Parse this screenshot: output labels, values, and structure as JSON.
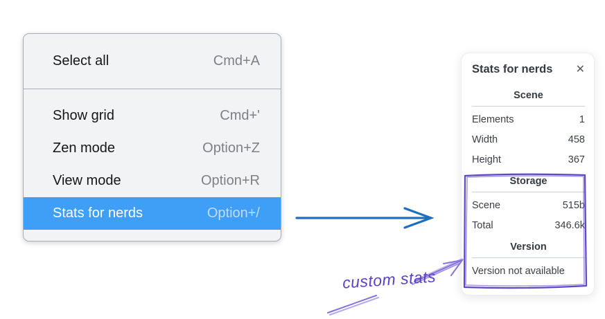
{
  "colors": {
    "menu_bg": "#f2f3f5",
    "menu_border": "#a9aeb6",
    "highlight_bg": "#3f9ef5",
    "flow_arrow": "#1d6fbd",
    "annotation_box": "#5f45c9",
    "annotation_arrow": "#8671dd",
    "annotation_text": "#5b40c9"
  },
  "menu": {
    "sections": [
      {
        "items": [
          {
            "label": "Select all",
            "shortcut": "Cmd+A"
          }
        ]
      },
      {
        "items": [
          {
            "label": "Show grid",
            "shortcut": "Cmd+'"
          },
          {
            "label": "Zen mode",
            "shortcut": "Option+Z"
          },
          {
            "label": "View mode",
            "shortcut": "Option+R"
          },
          {
            "label": "Stats for nerds",
            "shortcut": "Option+/"
          }
        ]
      }
    ]
  },
  "panel": {
    "title": "Stats for nerds",
    "close_icon": "✕",
    "scene": {
      "header": "Scene",
      "rows": [
        {
          "label": "Elements",
          "value": "1"
        },
        {
          "label": "Width",
          "value": "458"
        },
        {
          "label": "Height",
          "value": "367"
        }
      ]
    },
    "storage": {
      "header": "Storage",
      "rows": [
        {
          "label": "Scene",
          "value": "515b"
        },
        {
          "label": "Total",
          "value": "346.6k"
        }
      ]
    },
    "version": {
      "header": "Version",
      "note": "Version not available"
    }
  },
  "annotation": {
    "label": "custom stats"
  }
}
